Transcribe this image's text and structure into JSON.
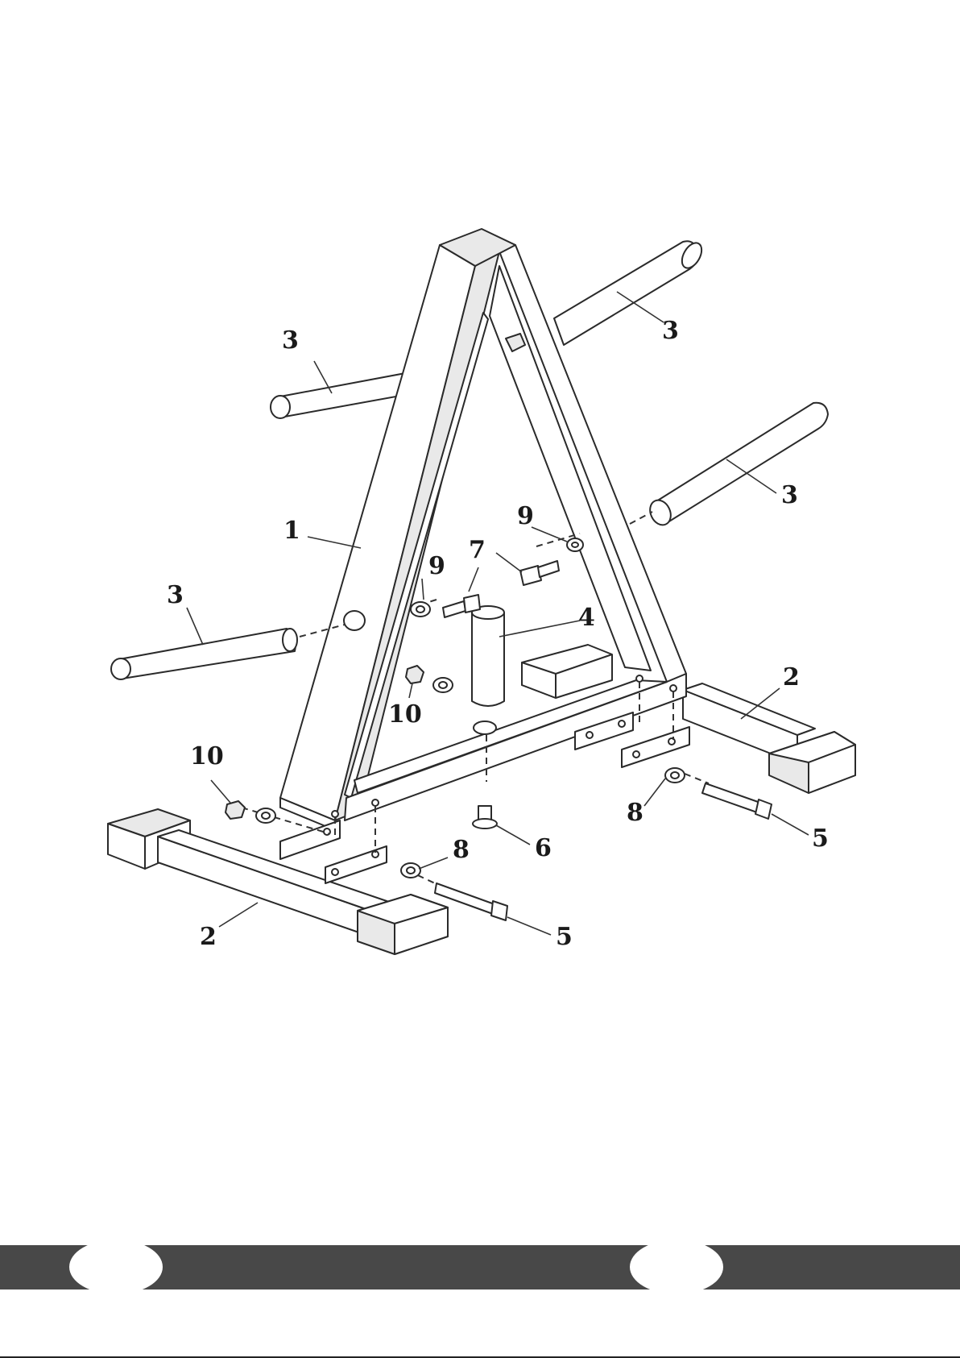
{
  "diagram": {
    "type": "exploded-assembly",
    "callouts": {
      "frame": "1",
      "base_front": "2",
      "base_rear": "2",
      "peg_upper_left": "3",
      "peg_upper_right": "3",
      "peg_mid_right": "3",
      "peg_lower_left": "3",
      "center_post": "4",
      "bolt_long_front": "5",
      "bolt_long_rear": "5",
      "bolt_short": "6",
      "bolt_post": "7",
      "bolt_upper": "7",
      "washer_front": "8",
      "washer_rear": "8",
      "washer_post": "9",
      "washer_upper": "9",
      "nut_inner": "10",
      "nut_outer": "10"
    }
  },
  "footer": {
    "bar_color": "#484848"
  }
}
